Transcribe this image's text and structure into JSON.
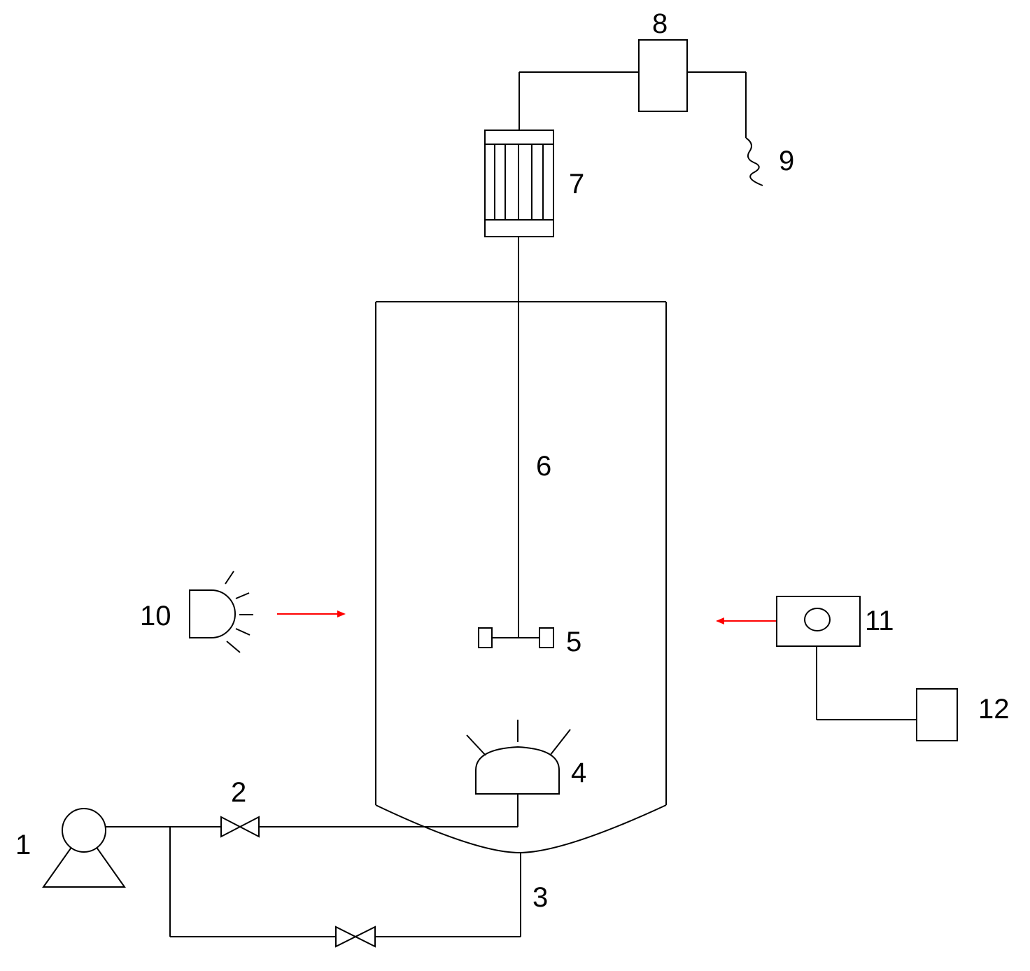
{
  "colors": {
    "line": "#000000",
    "arrow": "#ff0000",
    "background": "#ffffff"
  },
  "labels": {
    "l1": "1",
    "l2": "2",
    "l3": "3",
    "l4": "4",
    "l5": "5",
    "l6": "6",
    "l7": "7",
    "l8": "8",
    "l9": "9",
    "l10": "10",
    "l11": "11",
    "l12": "12"
  }
}
